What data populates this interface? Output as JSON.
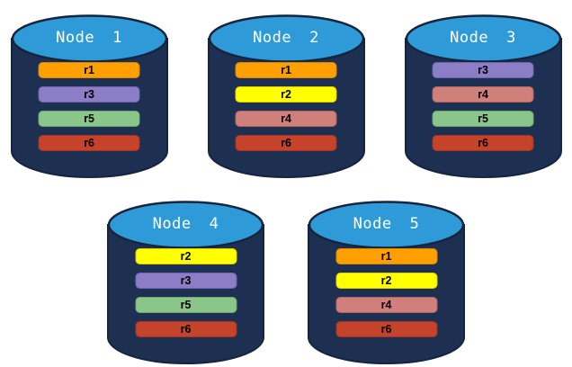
{
  "diagram": {
    "title": "replicated-database-nodes",
    "background_color": "#FFFFFF",
    "cylinder": {
      "body_color": "#1E3052",
      "outline_color": "#16243E",
      "top_color": "#2E9BD8",
      "title_color": "#FFFFFF"
    },
    "replica_colors": {
      "r1": {
        "fill": "#FFA000",
        "border": "#DB8900"
      },
      "r2": {
        "fill": "#FFFF00",
        "border": "#D9CE00"
      },
      "r3": {
        "fill": "#8B7EC6",
        "border": "#7164AB"
      },
      "r4": {
        "fill": "#D0807A",
        "border": "#B5635D"
      },
      "r5": {
        "fill": "#8AC58A",
        "border": "#6FA86F"
      },
      "r6": {
        "fill": "#C5422B",
        "border": "#A23522"
      }
    },
    "nodes": [
      {
        "label": "Node 1",
        "row": 0,
        "replicas": [
          "r1",
          "r3",
          "r5",
          "r6"
        ]
      },
      {
        "label": "Node 2",
        "row": 0,
        "replicas": [
          "r1",
          "r2",
          "r4",
          "r6"
        ]
      },
      {
        "label": "Node 3",
        "row": 0,
        "replicas": [
          "r3",
          "r4",
          "r5",
          "r6"
        ]
      },
      {
        "label": "Node 4",
        "row": 1,
        "replicas": [
          "r2",
          "r3",
          "r5",
          "r6"
        ]
      },
      {
        "label": "Node 5",
        "row": 1,
        "replicas": [
          "r1",
          "r2",
          "r4",
          "r6"
        ]
      }
    ]
  }
}
